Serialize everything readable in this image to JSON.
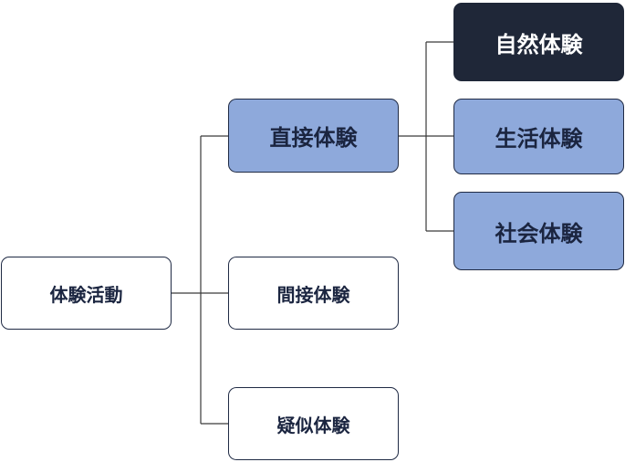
{
  "diagram": {
    "root": {
      "label": "体験活動"
    },
    "level2": [
      {
        "label": "直接体験"
      },
      {
        "label": "間接体験"
      },
      {
        "label": "疑似体験"
      }
    ],
    "level3": [
      {
        "label": "自然体験"
      },
      {
        "label": "生活体験"
      },
      {
        "label": "社会体験"
      }
    ],
    "colors": {
      "white_fill": "#ffffff",
      "blue_fill": "#8ea9db",
      "dark_fill": "#1f2738",
      "border": "#1f2a44",
      "text": "#1b2540",
      "connector": "#3a3a3a"
    }
  }
}
